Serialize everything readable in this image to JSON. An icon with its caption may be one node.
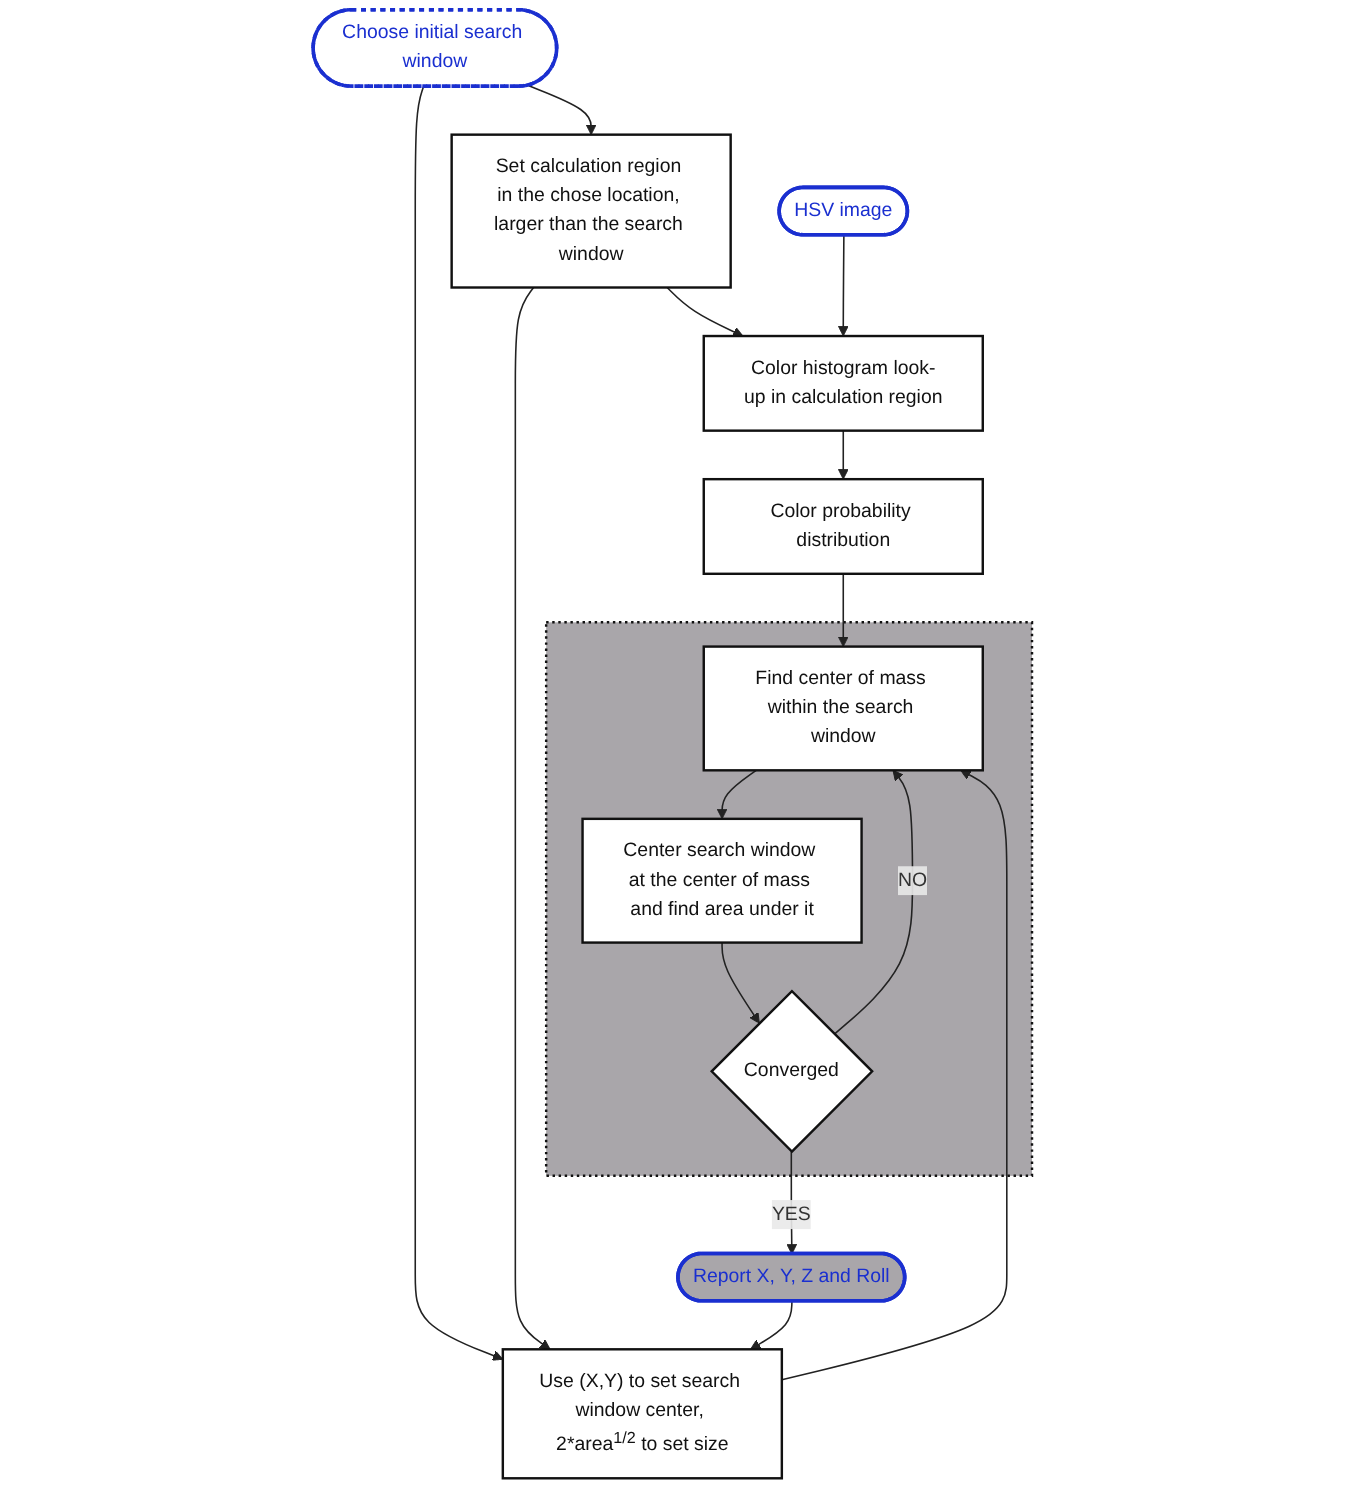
{
  "diagram": {
    "nodes": [
      {
        "text": [
          "Choose initial search window"
        ]
      },
      {
        "text": [
          "HSV image"
        ]
      },
      {
        "text": [
          "Set calculation region in the chose location, larger than the search window"
        ]
      },
      {
        "text": [
          "Color histogram look-up in calculation region"
        ]
      },
      {
        "text": [
          "Color probability distribution"
        ]
      },
      {
        "text": [
          "Use (X,Y) to set search window center, 2*area$^{1/2}$ to set size"
        ]
      },
      {
        "text": [],
        "shape": "box"
      },
      {
        "text": [
          "Find center of mass within the search window"
        ],
        "in": 6
      },
      {
        "text": [
          "Center search window at the center of mass and find area under it"
        ],
        "in": 6
      },
      {
        "text": [
          "Converged"
        ],
        "in": 6
      },
      {
        "text": [
          "Report X, Y, Z and Roll"
        ]
      }
    ],
    "edges": [
      {
        "from": 0,
        "to": 2,
        "arrow": "to"
      },
      {
        "from": 0,
        "to": 5,
        "arrow": "to"
      },
      {
        "from": 2,
        "to": 3,
        "arrow": "to"
      },
      {
        "from": 1,
        "to": 3,
        "arrow": "to"
      },
      {
        "from": 3,
        "to": 4,
        "arrow": "to"
      },
      {
        "from": 2,
        "to": 5,
        "arrow": "to"
      },
      {
        "from": 4,
        "to": 7,
        "arrow": "to"
      },
      {
        "from": 5,
        "to": 7,
        "arrow": "to"
      },
      {
        "from": 7,
        "to": 8,
        "arrow": "to"
      },
      {
        "from": 8,
        "to": 9,
        "arrow": "to"
      },
      {
        "from": 9,
        "to": 10,
        "label": "YES",
        "arrow": "to"
      },
      {
        "from": 9,
        "to": 7,
        "label": "NO",
        "arrow": "to"
      },
      {
        "from": 10,
        "to": 5,
        "arrow": "to"
      }
    ]
  }
}
